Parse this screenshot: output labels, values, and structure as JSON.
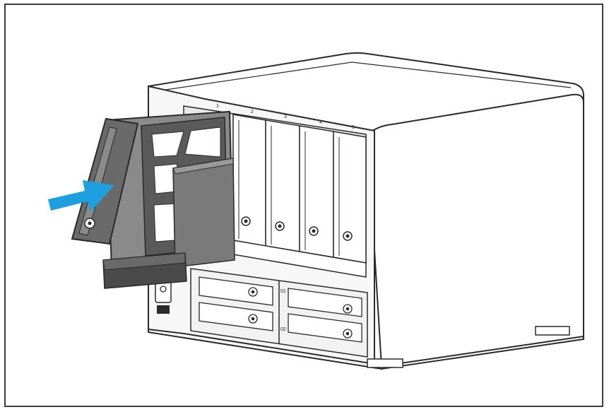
{
  "illustration": {
    "bay_numbers": [
      "1",
      "2",
      "3",
      "4",
      "5"
    ],
    "m2_slot_labels": [
      "01",
      "02"
    ],
    "colors": {
      "arrow": "#1e9fe0",
      "outline": "#2a2a2a",
      "tray_dark": "#5a5a5a",
      "tray_mid": "#8a8a8a",
      "body": "#ffffff"
    },
    "icons": [
      "insert-arrow-icon",
      "lock-icon",
      "usb-port-icon"
    ]
  }
}
